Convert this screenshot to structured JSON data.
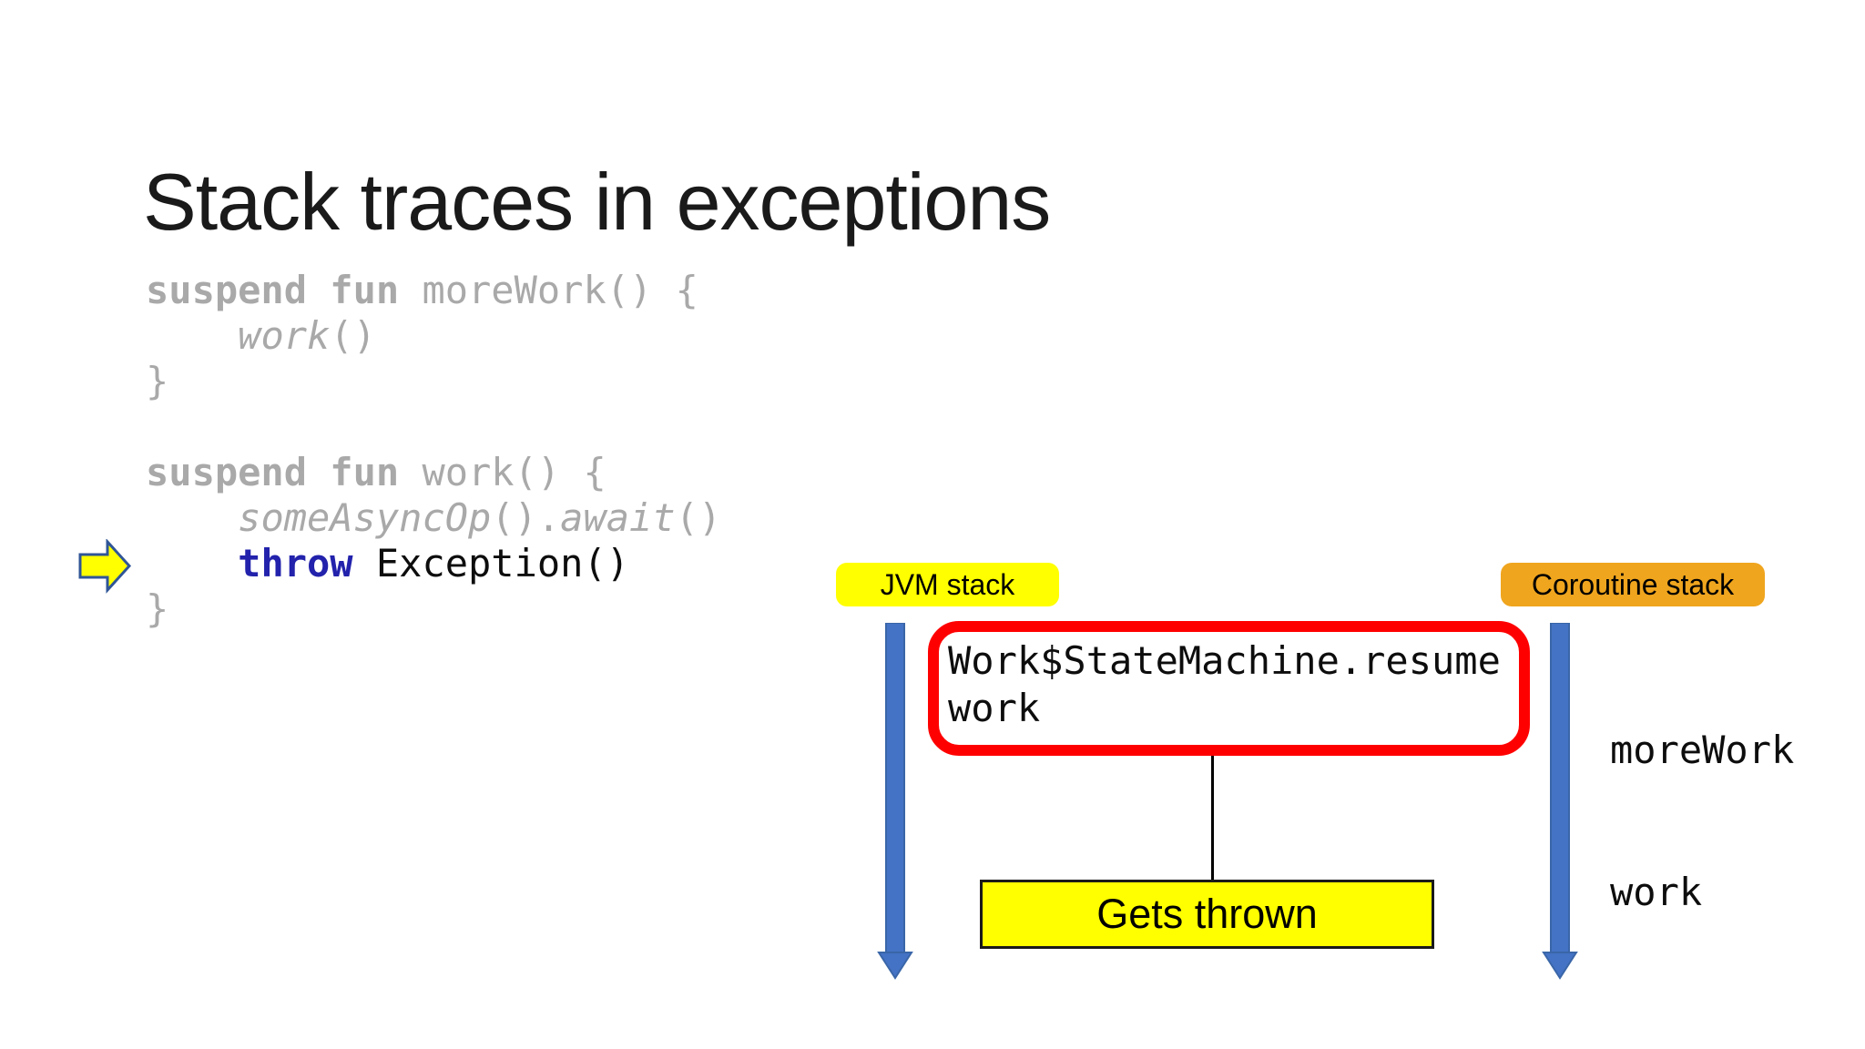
{
  "slide": {
    "title": "Stack traces in exceptions",
    "colors": {
      "background": "#ffffff",
      "title_text": "#1a1a1a",
      "code_gray": "#a9a9a9",
      "code_keyword_navy": "#2222ac",
      "code_black": "#0d0d0d",
      "highlight_yellow": "#ffff00",
      "label_orange": "#efa51e",
      "arrow_blue_fill": "#4472c4",
      "arrow_blue_border": "#3a66a8",
      "box_red_border": "#ff0000",
      "yellow_arrow_outline": "#2f5597"
    },
    "code": {
      "lines": [
        [
          [
            "kwgray",
            "suspend fun"
          ],
          [
            "gray",
            " moreWork() {"
          ]
        ],
        [
          [
            "gray",
            "    "
          ],
          [
            "grayi",
            "work"
          ],
          [
            "gray",
            "()"
          ]
        ],
        [
          [
            "gray",
            "}"
          ]
        ],
        [],
        [
          [
            "kwgray",
            "suspend fun"
          ],
          [
            "gray",
            " work() {"
          ]
        ],
        [
          [
            "gray",
            "    "
          ],
          [
            "grayi",
            "someAsyncOp"
          ],
          [
            "gray",
            "()."
          ],
          [
            "grayi",
            "await"
          ],
          [
            "gray",
            "()"
          ]
        ],
        [
          [
            "gray",
            "    "
          ],
          [
            "navy",
            "throw"
          ],
          [
            "black",
            " Exception()"
          ]
        ],
        [
          [
            "gray",
            "}"
          ]
        ]
      ]
    },
    "diagram": {
      "jvm_label": "JVM stack",
      "coroutine_label": "Coroutine stack",
      "state_machine_box": {
        "line1": "Work$StateMachine.resume",
        "line2": "work"
      },
      "gets_thrown_label": "Gets thrown",
      "coroutine_frames": {
        "frame1": "moreWork",
        "frame2": "work"
      }
    }
  }
}
